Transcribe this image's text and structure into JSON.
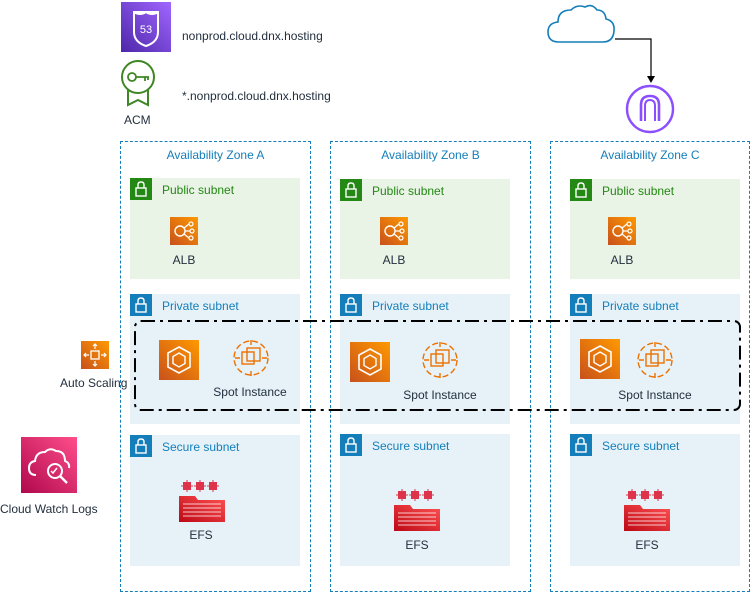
{
  "top": {
    "route53_domain": "nonprod.cloud.dnx.hosting",
    "acm_domain": "*.nonprod.cloud.dnx.hosting",
    "acm_label": "ACM"
  },
  "left": {
    "autoscaling_label": "Auto Scaling",
    "cloudwatch_label": "Cloud Watch Logs"
  },
  "zones": [
    {
      "name": "Availability Zone A",
      "public_subnet": "Public subnet",
      "alb_label": "ALB",
      "private_subnet": "Private subnet",
      "spot_label": "Spot Instance",
      "secure_subnet": "Secure subnet",
      "efs_label": "EFS"
    },
    {
      "name": "Availability Zone B",
      "public_subnet": "Public subnet",
      "alb_label": "ALB",
      "private_subnet": "Private subnet",
      "spot_label": "Spot Instance",
      "secure_subnet": "Secure subnet",
      "efs_label": "EFS"
    },
    {
      "name": "Availability Zone C",
      "public_subnet": "Public subnet",
      "alb_label": "ALB",
      "private_subnet": "Private subnet",
      "spot_label": "Spot Instance",
      "secure_subnet": "Secure subnet",
      "efs_label": "EFS"
    }
  ],
  "colors": {
    "az_border": "#147eba",
    "public_fill": "#e9f3e6",
    "public_text": "#248814",
    "private_fill": "#e6f2f8",
    "private_text": "#147eba",
    "compute_orange": "#ed7100",
    "storage_red": "#dd344c",
    "route53_purple": "#8c4fff",
    "acm_green": "#3f8624",
    "cloudwatch_pink": "#e7157b",
    "gateway_purple": "#8c4fff",
    "cloud_blue": "#147eba"
  }
}
